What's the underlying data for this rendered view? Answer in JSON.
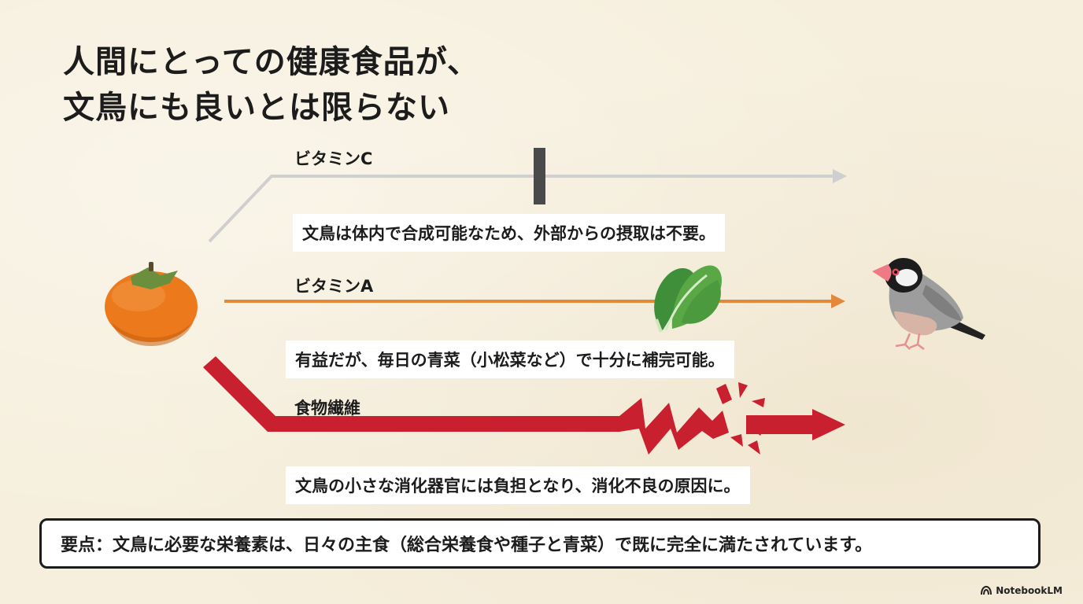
{
  "title": {
    "line1": "人間にとっての健康食品が、",
    "line2": "文鳥にも良いとは限らない"
  },
  "routes": [
    {
      "label": "ビタミンC",
      "note": "文鳥は体内で合成可能なため、外部からの摂取は不要。",
      "color": "#cfcfcf"
    },
    {
      "label": "ビタミンA",
      "note": "有益だが、毎日の青菜（小松菜など）で十分に補完可能。",
      "color": "#e4883b"
    },
    {
      "label": "食物繊維",
      "note": "文鳥の小さな消化器官には負担となり、消化不良の原因に。",
      "color": "#c8202e"
    }
  ],
  "summary": "要点：文鳥に必要な栄養素は、日々の主食（総合栄養食や種子と青菜）で既に完全に満たされています。",
  "brand": "NotebookLM",
  "icons": {
    "source": "persimmon-icon",
    "target": "java-sparrow-icon",
    "vitamin_a_food": "komatsuna-icon",
    "blocker": "barrier-icon",
    "brand_logo": "notebooklm-logo-icon"
  }
}
